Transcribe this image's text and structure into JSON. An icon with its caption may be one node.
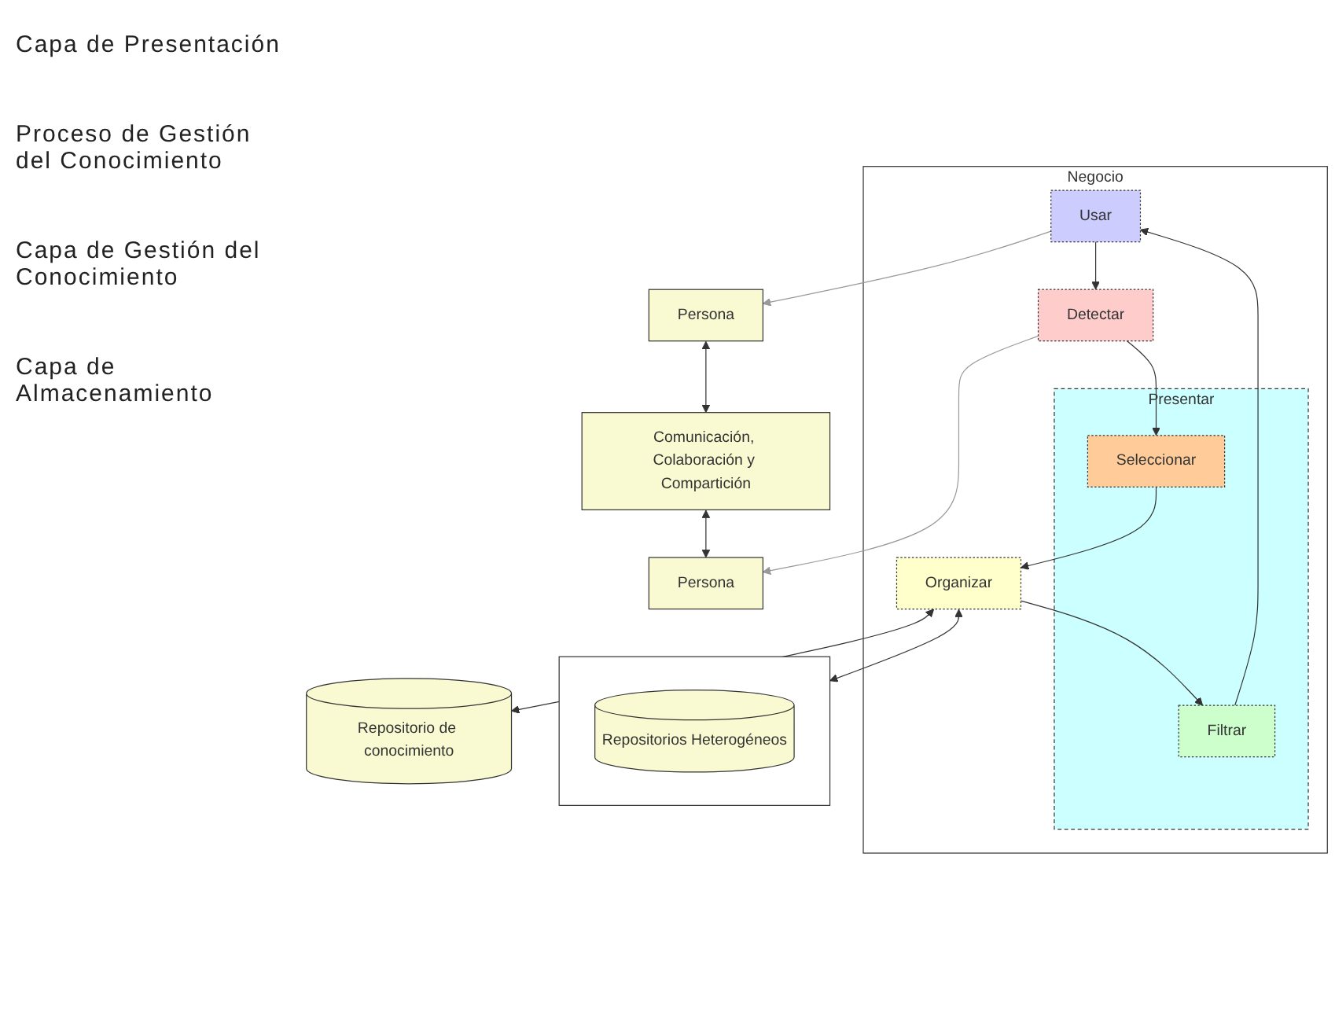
{
  "diagram": {
    "nodes": [
      {
        "text": [
          "Persona"
        ]
      },
      {
        "text": [
          "Comunicación, Colaboración y Compartición"
        ]
      },
      {
        "text": [
          "Persona"
        ]
      },
      {
        "text": [
          "Negocio"
        ]
      },
      {
        "text": [
          "Usar"
        ],
        "in": 3
      },
      {
        "text": [
          "Detectar"
        ],
        "in": 3
      },
      {
        "text": [
          "Presentar"
        ],
        "in": 3
      },
      {
        "text": [
          "Filtrar"
        ],
        "in": 6
      },
      {
        "text": [
          "Seleccionar"
        ],
        "in": 6
      },
      {
        "text": [
          "Organizar"
        ],
        "in": 3
      },
      {
        "text": [
          "Repositorio de conocimiento"
        ]
      },
      {
        "text": [],
        "shape": "box"
      },
      {
        "text": [
          "Repositorios Heterogéneos"
        ],
        "in": 11
      }
    ],
    "edges": [
      {
        "from": 0,
        "to": 1,
        "arrow": "both"
      },
      {
        "from": 1,
        "to": 2,
        "arrow": "both"
      },
      {
        "from": 4,
        "to": 0,
        "arrow": "to",
        "color": "#999999"
      },
      {
        "from": 5,
        "to": 2,
        "arrow": "to",
        "color": "#999999"
      },
      {
        "from": 4,
        "to": 5,
        "arrow": "to"
      },
      {
        "from": 5,
        "to": 8,
        "arrow": "to"
      },
      {
        "from": 7,
        "to": 4,
        "arrow": "to"
      },
      {
        "from": 8,
        "to": 9,
        "arrow": "to"
      },
      {
        "from": 9,
        "to": 7,
        "arrow": "to"
      },
      {
        "from": 9,
        "to": 10,
        "arrow": "both"
      },
      {
        "from": 9,
        "to": 11,
        "arrow": "both"
      }
    ],
    "labels": [
      "Capa de Presentación",
      "Proceso de Gestión del Conocimiento",
      "Capa de Gestión del Conocimiento",
      "Capa de Almacenamiento"
    ]
  }
}
